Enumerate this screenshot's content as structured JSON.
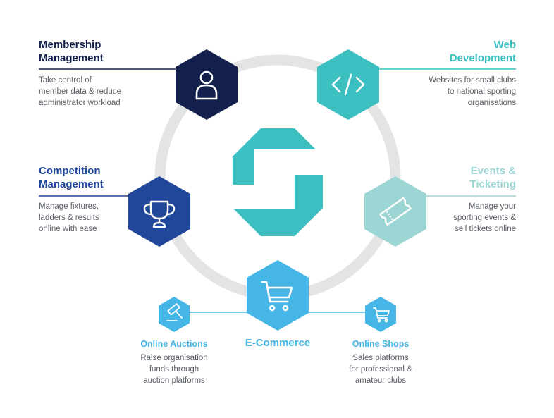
{
  "colors": {
    "ring": "#e3e4e4",
    "navy": "#13204b",
    "royal": "#21479b",
    "teal": "#3cbfc0",
    "mint": "#9bd6d4",
    "sky": "#45b6e5",
    "text_gray": "#5a5f66"
  },
  "logo": {
    "name": "g-logo",
    "color": "#3cbfc0"
  },
  "services": {
    "membership": {
      "icon": "person-icon",
      "title": [
        "Membership",
        "Management"
      ],
      "desc": [
        "Take control of",
        "member data & reduce",
        "administrator workload"
      ]
    },
    "web": {
      "icon": "code-icon",
      "title": [
        "Web",
        "Development"
      ],
      "desc": [
        "Websites for small clubs",
        "to national sporting",
        "organisations"
      ]
    },
    "competition": {
      "icon": "trophy-icon",
      "title": [
        "Competition",
        "Management"
      ],
      "desc": [
        "Manage fixtures,",
        "ladders & results",
        "online with ease"
      ]
    },
    "events": {
      "icon": "ticket-icon",
      "title": [
        "Events &",
        "Ticketing"
      ],
      "desc": [
        "Manage your",
        "sporting events &",
        "sell tickets online"
      ]
    },
    "ecommerce": {
      "icon": "cart-icon",
      "title": "E-Commerce"
    },
    "auctions": {
      "icon": "gavel-icon",
      "title": "Online Auctions",
      "desc": [
        "Raise organisation",
        "funds through",
        "auction platforms"
      ]
    },
    "shops": {
      "icon": "small-cart-icon",
      "title": "Online Shops",
      "desc": [
        "Sales platforms",
        "for professional &",
        "amateur clubs"
      ]
    }
  }
}
